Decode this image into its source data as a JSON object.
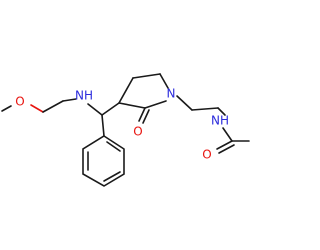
{
  "colors": {
    "bond": "#1a1a1a",
    "oxygen": "#e8140f",
    "nitrogen": "#2b2bdc"
  },
  "atoms": {
    "o_methoxy": "O",
    "n_amine": "NH",
    "n_ring": "N",
    "o_ketone": "O",
    "n_amide": "NH",
    "o_amide": "O"
  }
}
